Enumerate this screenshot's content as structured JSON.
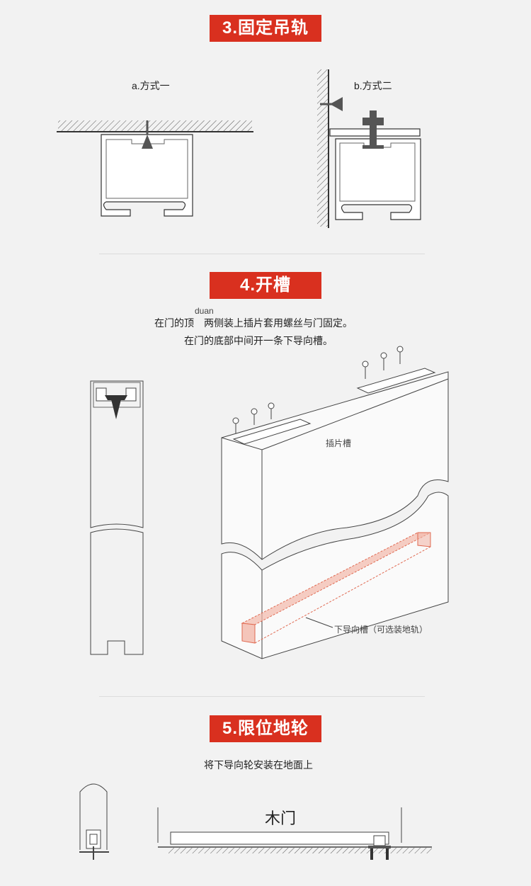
{
  "section3": {
    "title": "3.固定吊轨",
    "method_a": "a.方式一",
    "method_b": "b.方式二"
  },
  "section4": {
    "title": "4.开槽",
    "ruby": "duan",
    "line1": "在门的顶　两侧装上插片套用螺丝与门固定。",
    "line2": "在门的底部中间开一条下导向槽。",
    "label_slot": "插片槽",
    "label_groove": "下导向槽（可选装地轨）"
  },
  "section5": {
    "title": "5.限位地轮",
    "instruction": "将下导向轮安装在地面上",
    "door_label": "木门"
  },
  "colors": {
    "banner": "#d9301f",
    "groove_fill": "#f2b8aa",
    "groove_stroke": "#e06a52"
  }
}
